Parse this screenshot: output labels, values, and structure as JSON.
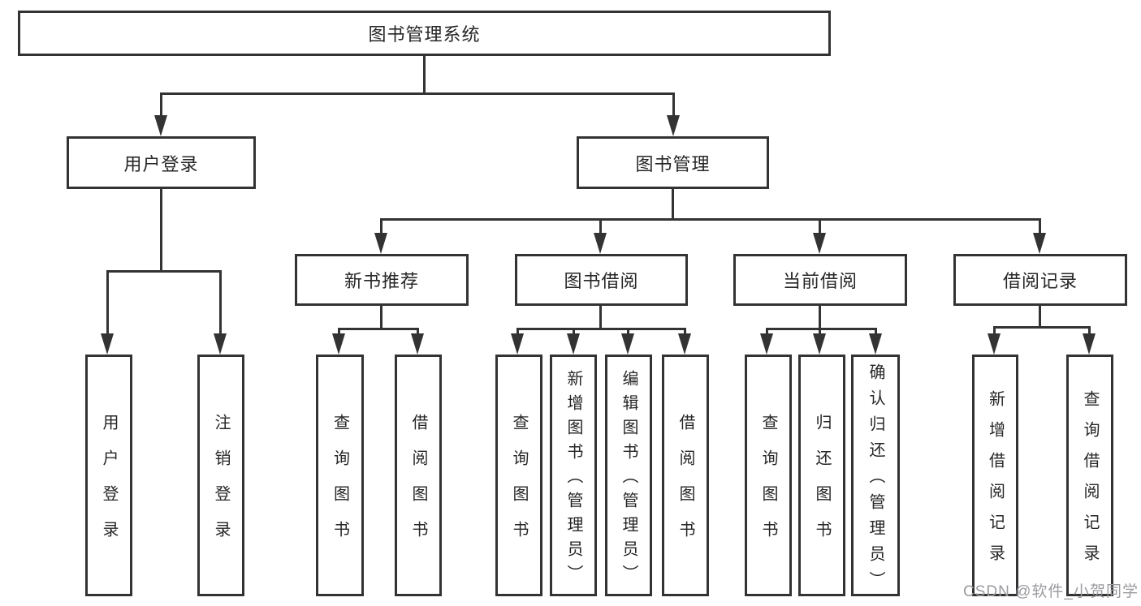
{
  "diagram": {
    "title": "图书管理系统",
    "nodes": {
      "root": "图书管理系统",
      "level2": [
        "用户登录",
        "图书管理"
      ],
      "level3": [
        "新书推荐",
        "图书借阅",
        "当前借阅",
        "借阅记录"
      ],
      "leaves": [
        "用户登录",
        "注销登录",
        "查询图书",
        "借阅图书",
        "查询图书",
        "新增图书（管理员）",
        "编辑图书（管理员）",
        "借阅图书",
        "查询图书",
        "归还图书",
        "确认归还（管理员）",
        "新增借阅记录",
        "查询借阅记录"
      ]
    },
    "colors": {
      "line": "#333333",
      "text": "#262626",
      "background": "#ffffff",
      "watermark": "#9b9ba0"
    },
    "watermark": "CSDN @软件_小贺同学"
  }
}
